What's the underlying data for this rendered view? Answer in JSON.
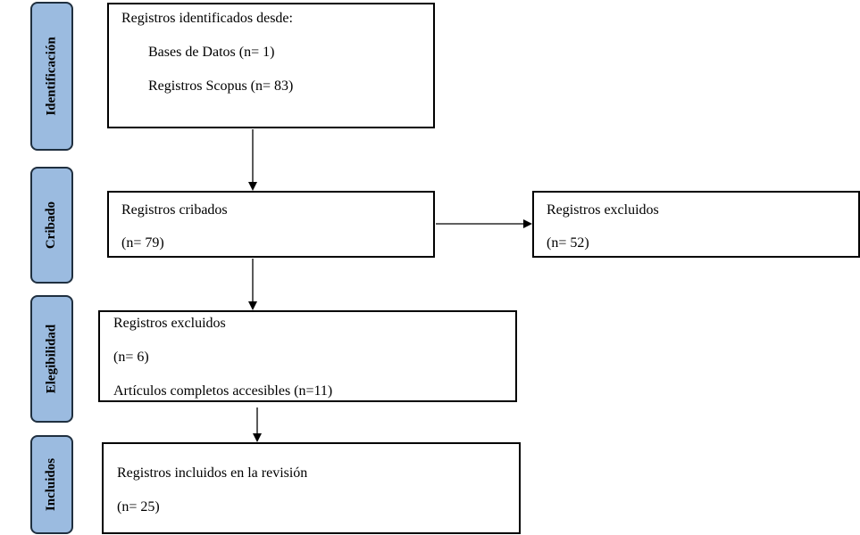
{
  "phases": {
    "identificacion": "Identificación",
    "cribado": "Cribado",
    "elegibilidad": "Elegibilidad",
    "incluidos": "Incluidos"
  },
  "boxes": {
    "identified": {
      "title": "Registros identificados desde:",
      "line1": "Bases de Datos (n= 1)",
      "line2": "Registros Scopus (n= 83)"
    },
    "screened": {
      "title": "Registros cribados",
      "count": "(n= 79)"
    },
    "excluded_screening": {
      "title": "Registros excluidos",
      "count": "(n= 52)"
    },
    "eligibility": {
      "title": "Registros excluidos",
      "count": "(n= 6)",
      "note": "Artículos completos accesibles (n=11)"
    },
    "included": {
      "title": "Registros incluidos en la revisión",
      "count": "(n= 25)"
    }
  }
}
